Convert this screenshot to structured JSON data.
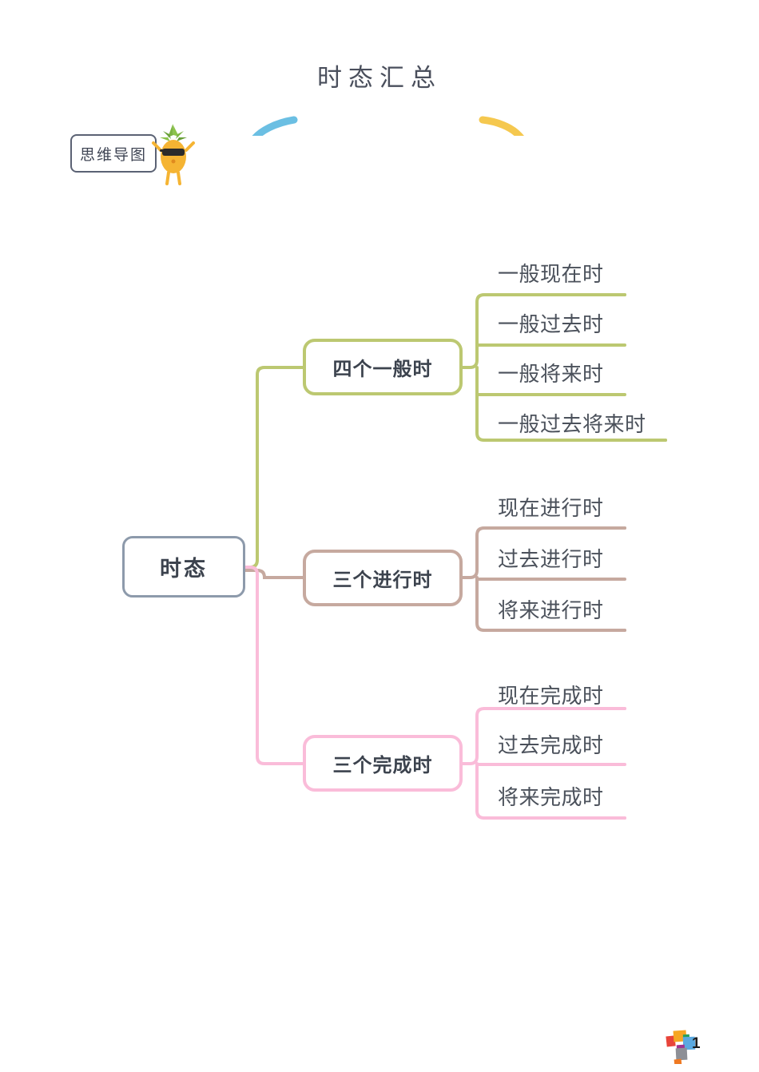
{
  "page": {
    "title": "时态汇总",
    "page_number": "1",
    "background_color": "#ffffff"
  },
  "brand": {
    "label": "思维导图",
    "mascot_icon": "pineapple-sunglasses-mascot",
    "badge_border_color": "#5b6274"
  },
  "title_decoration": {
    "left_chevron_color": "#6bbfe3",
    "left_underline_color": "#86ccc0",
    "right_underline_color": "#e9604a",
    "right_chevron_color": "#f5c84f"
  },
  "mindmap": {
    "root": {
      "label": "时态",
      "border_color": "#8d9aab"
    },
    "branches": [
      {
        "label": "四个一般时",
        "color": "#bcc871",
        "leaves": [
          {
            "label": "一般现在时",
            "underline_width": 185
          },
          {
            "label": "一般过去时",
            "underline_width": 185
          },
          {
            "label": "一般将来时",
            "underline_width": 185
          },
          {
            "label": "一般过去将来时",
            "underline_width": 236
          }
        ]
      },
      {
        "label": "三个进行时",
        "color": "#c6a99f",
        "leaves": [
          {
            "label": "现在进行时",
            "underline_width": 185
          },
          {
            "label": "过去进行时",
            "underline_width": 185
          },
          {
            "label": "将来进行时",
            "underline_width": 185
          }
        ]
      },
      {
        "label": "三个完成时",
        "color": "#fabcd9",
        "leaves": [
          {
            "label": "现在完成时",
            "underline_width": 185
          },
          {
            "label": "过去完成时",
            "underline_width": 185
          },
          {
            "label": "将来完成时",
            "underline_width": 185
          }
        ]
      }
    ]
  },
  "footer": {
    "logo_icon": "colored-squares-question-mark-logo",
    "page_number": "1"
  }
}
